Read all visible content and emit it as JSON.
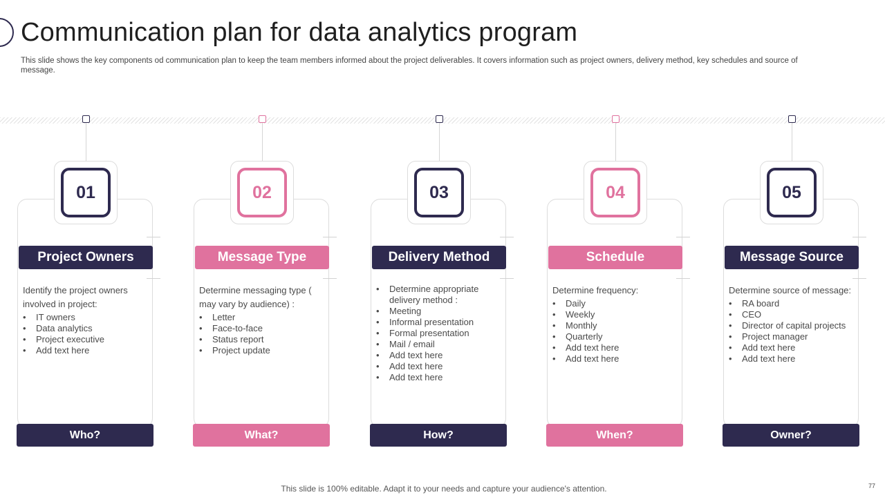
{
  "slide": {
    "title": "Communication plan for data analytics program",
    "subtitle": "This slide shows the key components od communication plan to keep the team members informed about the project deliverables. It covers information such as project owners, delivery method, key schedules and source of message.",
    "footer": "This slide is 100% editable. Adapt it to your needs and capture your audience's attention.",
    "page_number": "77"
  },
  "colors": {
    "dark": "#2e2a4f",
    "pink": "#e0729e"
  },
  "columns": [
    {
      "number": "01",
      "header": "Project Owners",
      "question": "Who?",
      "accent": "dark",
      "intro": "Identify the project owners involved in project:",
      "bullets": [
        "IT owners",
        "Data analytics",
        "Project executive",
        "Add text here"
      ]
    },
    {
      "number": "02",
      "header": "Message Type",
      "question": "What?",
      "accent": "pink",
      "intro": "Determine messaging type ( may vary by audience) :",
      "bullets": [
        "Letter",
        "Face-to-face",
        "Status report",
        "Project update"
      ]
    },
    {
      "number": "03",
      "header": "Delivery Method",
      "question": "How?",
      "accent": "dark",
      "intro": "",
      "bullets": [
        "Determine appropriate delivery method :",
        "Meeting",
        "Informal presentation",
        "Formal presentation",
        "Mail / email",
        "Add text here",
        "Add text here",
        "Add text here"
      ]
    },
    {
      "number": "04",
      "header": "Schedule",
      "question": "When?",
      "accent": "pink",
      "intro": "Determine frequency:",
      "bullets": [
        "Daily",
        "Weekly",
        "Monthly",
        "Quarterly",
        "Add text here",
        "Add text here"
      ]
    },
    {
      "number": "05",
      "header": "Message Source",
      "question": "Owner?",
      "accent": "dark",
      "intro": "Determine source of message:",
      "bullets": [
        "RA board",
        "CEO",
        "Director of capital projects",
        "Project manager",
        "Add text here",
        "Add text here"
      ]
    }
  ]
}
